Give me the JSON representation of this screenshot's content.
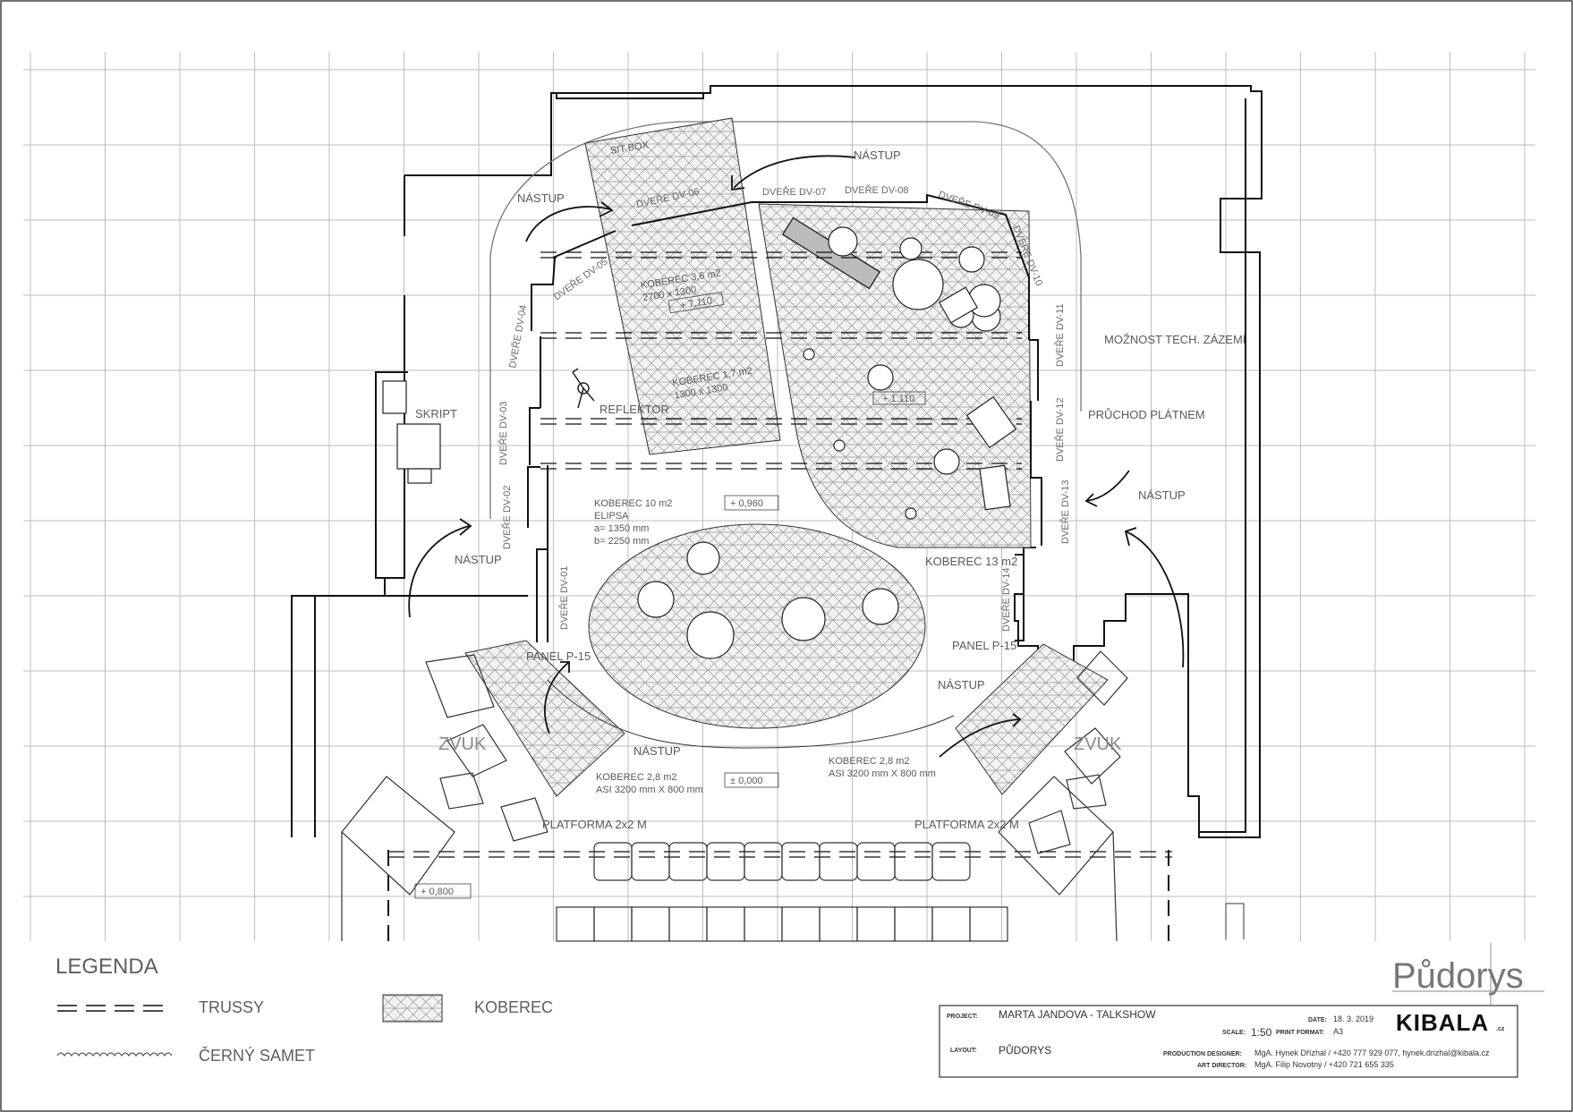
{
  "labels": {
    "nastup": "NÁSTUP",
    "reflektor": "REFLEKTOR",
    "skript": "SKRIPT",
    "moznost": "MOŽNOST TECH. ZÁZEMÍ",
    "pruchod": "PRŮCHOD PLÁTNEM",
    "zvuk": "ZVUK",
    "panel": "PANEL P-15",
    "platforma": "PLATFORMA 2x2 M",
    "koberec13": "KOBEREC 13 m2",
    "koberec36": "KOBEREC 3,6 m2",
    "koberec36_dim": "2700 x 1300",
    "koberec17": "KOBEREC 1,7 m2",
    "koberec17_dim": "1300 x 1300",
    "koberec10": "KOBEREC 10 m2",
    "elipsa": "ELIPSA",
    "elipsa_a": "a= 1350 mm",
    "elipsa_b": "b= 2250 mm",
    "koberec28": "KOBEREC 2,8 m2",
    "koberec28_dim": "ASI 3200 mm X  800 mm",
    "lvl_7110": "+ 7,110",
    "lvl_1110": "+ 1,110",
    "lvl_0960": "+ 0,960",
    "lvl_0000": "± 0,000",
    "lvl_0800": "+ 0,800",
    "sitbox": "SIT BOX"
  },
  "doors": {
    "dv01": "DVEŘE DV-01",
    "dv02": "DVEŘE DV-02",
    "dv03": "DVEŘE DV-03",
    "dv04": "DVEŘE DV-04",
    "dv05": "DVEŘE DV-05",
    "dv06": "DVEŘE DV-06",
    "dv07": "DVEŘE DV-07",
    "dv08": "DVEŘE DV-08",
    "dv09": "DVEŘE DV-09",
    "dv10": "DVEŘE DV-10",
    "dv11": "DVEŘE DV-11",
    "dv12": "DVEŘE DV-12",
    "dv13": "DVEŘE DV-13",
    "dv14": "DVEŘE DV-14"
  },
  "legend": {
    "title": "LEGENDA",
    "trussy": "TRUSSY",
    "samet": "ČERNÝ SAMET",
    "koberec": "KOBEREC"
  },
  "title_block": {
    "project_cap": "PROJECT:",
    "project": "MARTA JANDOVA - TALKSHOW",
    "layout_cap": "LAYOUT:",
    "layout": "PŮDORYS",
    "date_cap": "DATE:",
    "date": "18. 3. 2019",
    "scale_cap": "SCALE:",
    "scale": "1:50",
    "format_cap": "PRINT FORMAT:",
    "format": "A3",
    "pd_cap": "PRODUCTION DESIGNER:",
    "pd": "MgA. Hynek Dřízhal   / +420 777 929 077,  hynek.drizhal@kibala.cz",
    "ad_cap": "ART DIRECTOR:",
    "ad": "MgA. Filip Novotný    / +420 721 655 335",
    "logo": "KIBALA",
    "logo_suffix": ".cz",
    "sheet_title": "Půdorys"
  }
}
